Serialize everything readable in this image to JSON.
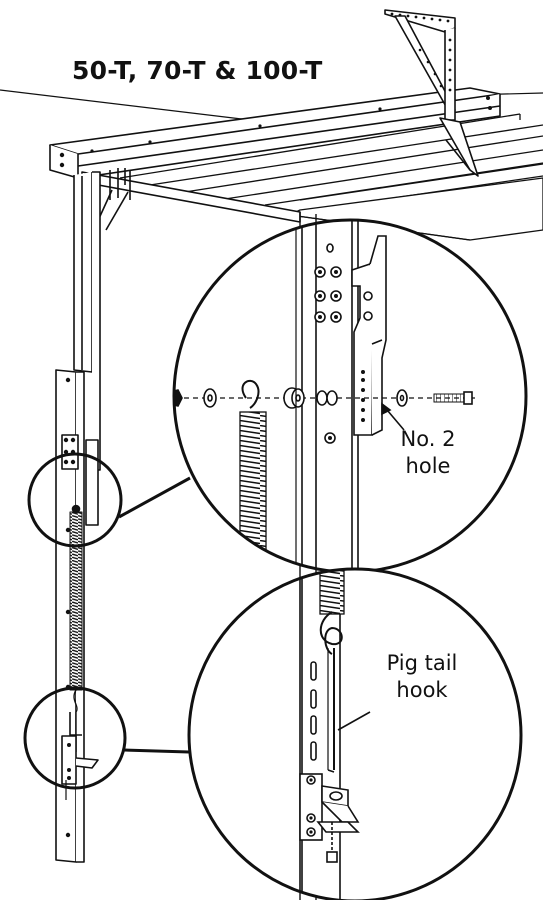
{
  "title": "50-T, 70-T & 100-T",
  "callouts": {
    "top_line1": "No. 2",
    "top_line2": "hole",
    "bottom_line1": "Pig tail",
    "bottom_line2": "hook"
  }
}
